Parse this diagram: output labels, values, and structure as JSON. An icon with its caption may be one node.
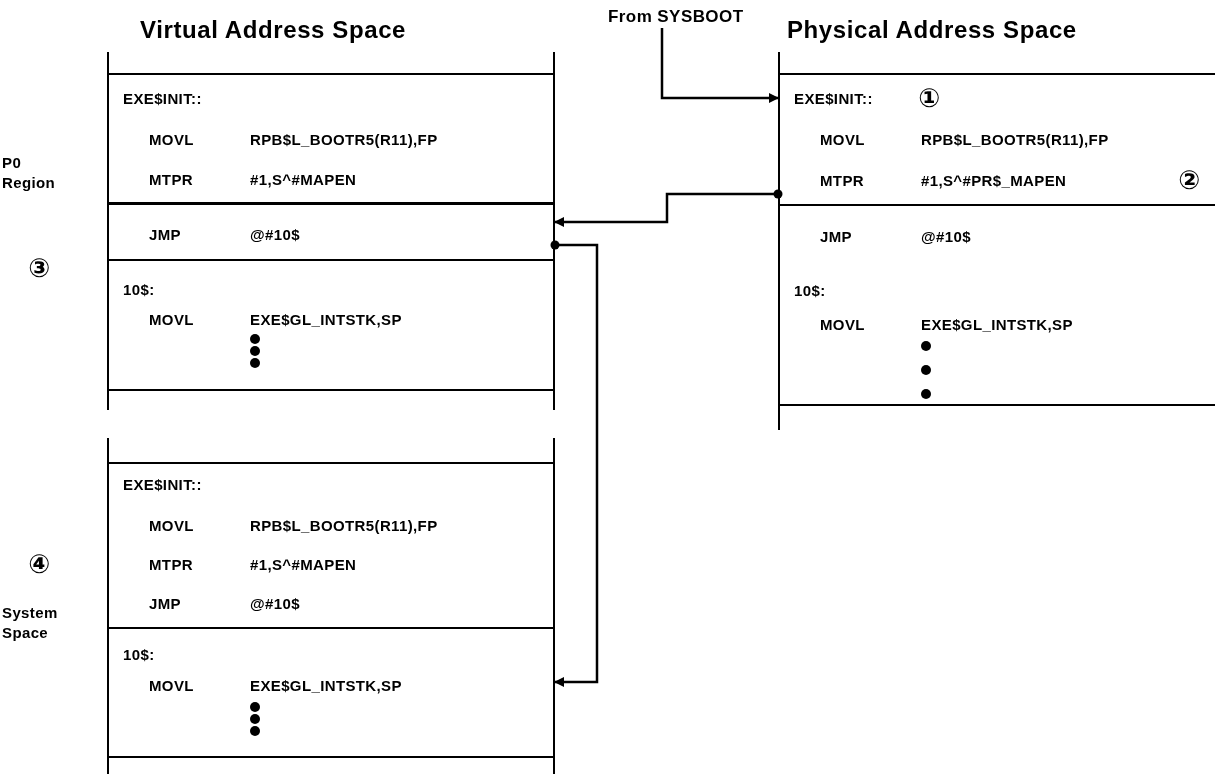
{
  "diagram": {
    "nodes": [
      {
        "text": [
          "From SYSBOOT"
        ]
      },
      {
        "text": [
          "EXE$INIT::",
          "MOVL",
          "RPB$L_BOOTR5(R11),FP",
          "MTPR",
          "#1,S^#MAPEN"
        ]
      },
      {
        "text": [
          "JMP",
          "@#10$"
        ]
      },
      {
        "text": [
          "10$:",
          "MOVL",
          "EXE$GL_INTSTK,SP"
        ]
      },
      {
        "text": [
          "EXE$INIT::",
          "MOVL",
          "RPB$L_BOOTR5(R11),FP",
          "MTPR",
          "#1,S^#MAPEN",
          "JMP",
          "@#10$"
        ]
      },
      {
        "text": [
          "10$:",
          "MOVL",
          "EXE$GL_INTSTK,SP"
        ]
      },
      {
        "text": [
          "EXE$INIT::",
          "MOVL",
          "RPB$L_BOOTR5(R11),FP",
          "MTPR",
          "#1,S^#PR$_MAPEN"
        ]
      },
      {
        "text": [
          "JMP",
          "@#10$",
          "10$:",
          "MOVL",
          "EXE$GL_INTSTK,SP"
        ]
      }
    ],
    "edges": [
      {
        "from": 0,
        "to": 6,
        "arrow": "to"
      },
      {
        "from": 6,
        "to": 2,
        "arrow": "to"
      },
      {
        "from": 2,
        "to": 5,
        "arrow": "to"
      }
    ],
    "labels": [
      "Virtual Address Space",
      "Physical Address Space",
      "①",
      "P0 Region",
      "②",
      "③",
      "④",
      "System Space"
    ]
  }
}
